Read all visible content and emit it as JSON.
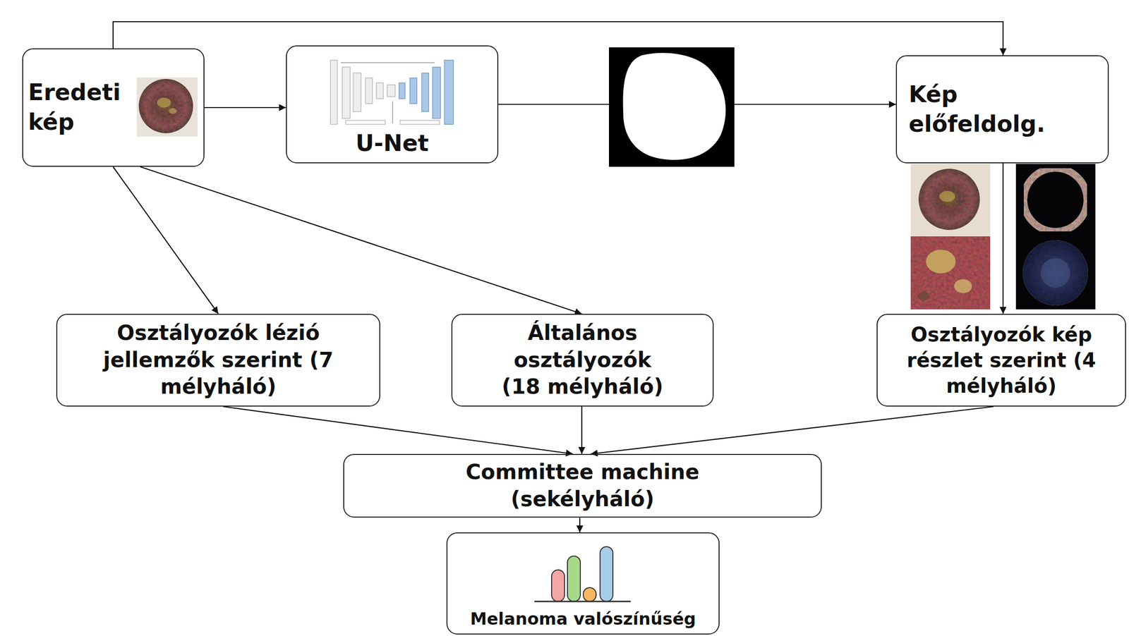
{
  "diagram": {
    "nodes": [
      {
        "text": [
          "Eredeti kép"
        ]
      },
      {
        "text": [
          "U-Net"
        ]
      },
      {
        "text": [
          "Kép előfeldolg."
        ]
      },
      {
        "text": [
          "Osztályozók lézió jellemzők szerint (7 mélyháló)"
        ]
      },
      {
        "text": [
          "Általános osztályozók (18 mélyháló)"
        ]
      },
      {
        "text": [
          "Osztályozók kép részlet szerint (4 mélyháló)"
        ]
      },
      {
        "text": [
          "Committee machine (sekélyháló)"
        ]
      },
      {
        "text": [
          "Melanoma valószínűség"
        ]
      }
    ],
    "edges": [
      {
        "from": 0,
        "to": 1,
        "arrow": "to"
      },
      {
        "from": 1,
        "to": 2,
        "arrow": "to"
      },
      {
        "from": 0,
        "to": 2,
        "arrow": "to"
      },
      {
        "from": 0,
        "to": 3,
        "arrow": "to"
      },
      {
        "from": 0,
        "to": 4,
        "arrow": "to"
      },
      {
        "from": 2,
        "to": 5,
        "arrow": "to"
      },
      {
        "from": 3,
        "to": 6,
        "arrow": "to"
      },
      {
        "from": 4,
        "to": 6,
        "arrow": "to"
      },
      {
        "from": 5,
        "to": 6,
        "arrow": "to"
      },
      {
        "from": 6,
        "to": 7,
        "arrow": "to"
      }
    ]
  }
}
